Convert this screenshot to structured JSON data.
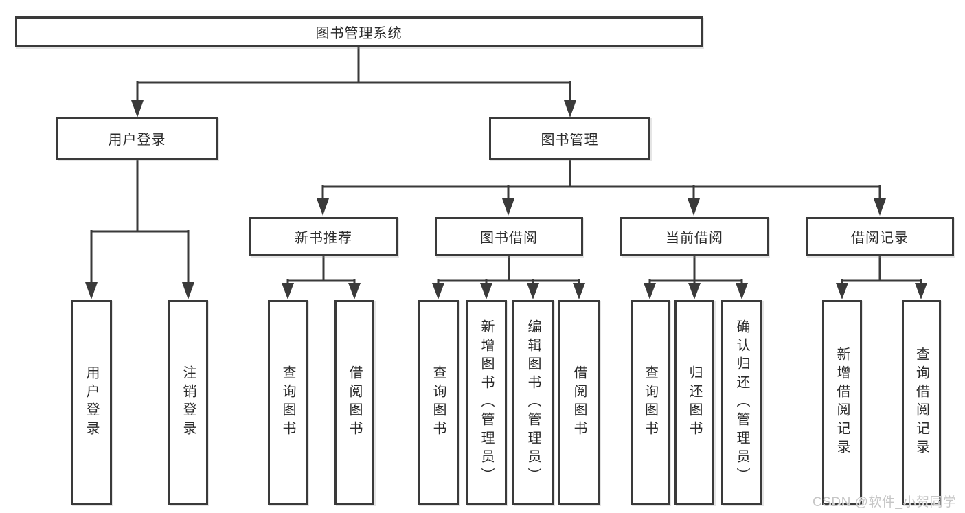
{
  "diagram_title": "图书管理系统",
  "watermark": "CSDN @软件_小贺同学",
  "colors": {
    "line": "#3a3a3a",
    "box_border": "#3a3a3a",
    "text": "#2b2b2b",
    "watermark": "#c6c6c6",
    "background": "#ffffff"
  },
  "tree": {
    "root": {
      "label": "图书管理系统"
    },
    "branches": [
      {
        "label": "用户登录",
        "children": [
          {
            "label": "用户登录"
          },
          {
            "label": "注销登录"
          }
        ]
      },
      {
        "label": "图书管理",
        "children": [
          {
            "label": "新书推荐",
            "children": [
              {
                "label": "查询图书"
              },
              {
                "label": "借阅图书"
              }
            ]
          },
          {
            "label": "图书借阅",
            "children": [
              {
                "label": "查询图书"
              },
              {
                "label": "新增图书（管理员）"
              },
              {
                "label": "编辑图书（管理员）"
              },
              {
                "label": "借阅图书"
              }
            ]
          },
          {
            "label": "当前借阅",
            "children": [
              {
                "label": "查询图书"
              },
              {
                "label": "归还图书"
              },
              {
                "label": "确认归还（管理员）"
              }
            ]
          },
          {
            "label": "借阅记录",
            "children": [
              {
                "label": "新增借阅记录"
              },
              {
                "label": "查询借阅记录"
              }
            ]
          }
        ]
      }
    ]
  }
}
